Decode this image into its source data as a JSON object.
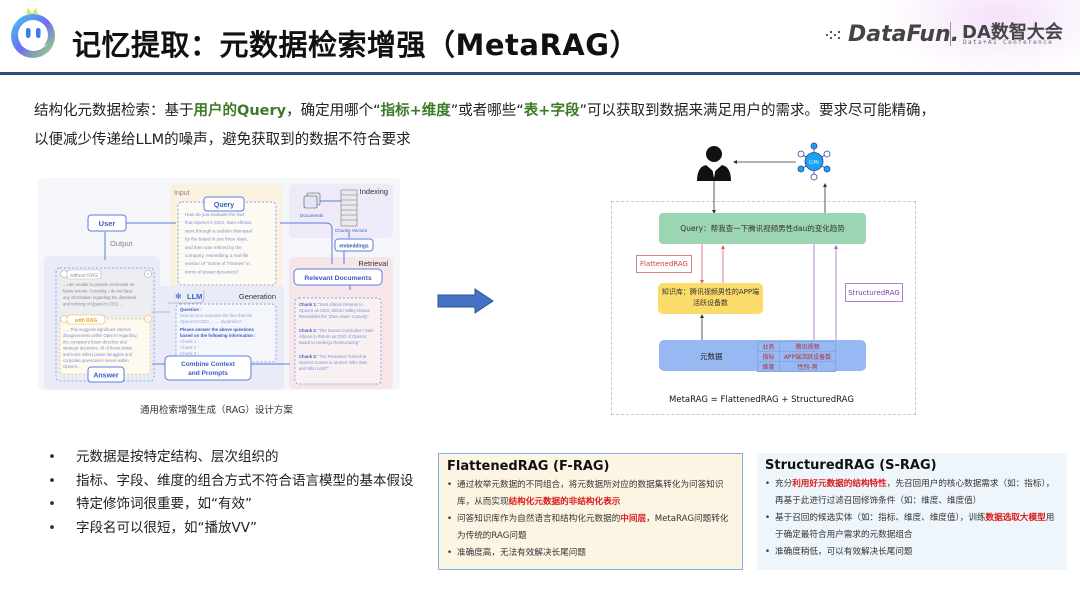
{
  "header": {
    "title": "记忆提取：元数据检索增强（MetaRAG）",
    "brand_datafun": "DataFun.",
    "brand_da": "DA数智大会",
    "brand_da_sub": "Data+AI Conference",
    "rule_color": "#2e4a7a"
  },
  "intro": {
    "line1_a": "结构化元数据检索：基于",
    "line1_hl1": "用户的Query",
    "line1_b": "，确定用哪个“",
    "line1_hl2": "指标+维度",
    "line1_c": "”或者哪些“",
    "line1_hl3": "表+字段",
    "line1_d": "”可以获取到数据来满足用户的需求。要求尽可能精确，",
    "line2": "以便减少传递给LLM的噪声，避免获取到的数据不符合要求"
  },
  "rag_diagram": {
    "caption": "通用检索增强生成（RAG）设计方案",
    "input_label": "Input",
    "output_label": "Output",
    "indexing_label": "Indexing",
    "retrieval_label": "Retrieval",
    "generation_label": "Generation",
    "user_label": "User",
    "query_label": "Query",
    "query_text": [
      "How do you evaluate the fact",
      "that OpenAI's CEO, Sam Altman,",
      "went through a sudden dismissal",
      "by the board in just three days,",
      "and then was rehired by the",
      "company, resembling a real-life",
      "version of \"Game of Thrones\" in",
      "terms of power dynamics?"
    ],
    "documents_label": "Documents",
    "chunks_vectors_label": "Chunks Vectors",
    "embeddings_label": "embeddings",
    "relevant_docs_label": "Relevant Documents",
    "chunks": [
      {
        "head": "Chunk 1:",
        "text": [
          "\"Sam Altman Returns to",
          "OpenAI as CEO, Silicon Valley Drama",
          "Resembles the 'Zhen Huan' Comedy\""
        ]
      },
      {
        "head": "Chunk 2:",
        "text": [
          "\"The Drama Concludes? Sam",
          "Altman to Return as CEO of OpenAI,",
          "Board to Undergo Restructuring\""
        ]
      },
      {
        "head": "Chunk 3:",
        "text": [
          "\"The Personnel Turmoil at",
          "OpenAI Comes to an End: Who Won",
          "and Who Lost?\""
        ]
      }
    ],
    "llm_label": "LLM",
    "prompt_question_head": "Question :",
    "prompt_question": [
      "How do you evaluate the fact that the",
      "OpenAI's CEO, ... ... dynamics?"
    ],
    "prompt_instruction": [
      "Please answer the above questions",
      "based on the following information :"
    ],
    "prompt_chunks": [
      "Chunk 1 :",
      "Chunk 2 :",
      "Chunk 3 :"
    ],
    "combine_label": [
      "Combine Context",
      "and Prompts"
    ],
    "without_rag_label": "without RAG",
    "without_rag_text": [
      "...I am unable to provide comments on",
      "future events. Currently, I do not have",
      "any information regarding the dismissal",
      "and rehiring of OpenAI's CEO ..."
    ],
    "with_rag_label": "with RAG",
    "with_rag_text": [
      "......This suggests significant internal",
      "disagreements within OpenAI regarding",
      "the company's future direction and",
      "strategic decisions. All of these twists",
      "and turns reflect power struggles and",
      "corporate governance issues within",
      "OpenAI..."
    ],
    "answer_label": "Answer"
  },
  "meta_diagram": {
    "llms_label": "LLMs",
    "query_text": "Query：帮我查一下腾讯视频男性dau的变化趋势",
    "flattened_label": "FlattenedRAG",
    "structured_label": "StructuredRAG",
    "kb_text": [
      "知识库：腾讯视频男性的APP端",
      "活跃设备数"
    ],
    "metadata_label": "元数据",
    "metadata_rows": [
      {
        "key": "业务",
        "value": "腾讯视频"
      },
      {
        "key": "指标",
        "value": "APP端活跃设备数"
      },
      {
        "key": "维度",
        "value": "性别-男"
      }
    ],
    "formula": "MetaRAG = FlattenedRAG + StructuredRAG",
    "colors": {
      "query": "#9bd5b2",
      "kb": "#fbdc6a",
      "metadata": "#97b8f3",
      "flattened": "#e06060",
      "structured": "#a465d6"
    }
  },
  "bullets": [
    "元数据是按特定结构、层次组织的",
    "指标、字段、维度的组合方式不符合语言模型的基本假设",
    "特定修饰词很重要，如“有效”",
    "字段名可以很短，如“播放VV”"
  ],
  "flattened_card": {
    "title": "FlattenedRAG (F-RAG)",
    "items": [
      {
        "a": "通过枚举元数据的不同组合，将元数据所对应的数据集转化为问答知识库，从而实现",
        "hl": "结构化元数据的非结构化表示",
        "b": ""
      },
      {
        "a": "问答知识库作为自然语言和结构化元数据的",
        "hl": "中间层",
        "b": "，MetaRAG问题转化为传统的RAG问题"
      },
      {
        "a": "准确度高，无法有效解决长尾问题",
        "hl": "",
        "b": ""
      }
    ]
  },
  "structured_card": {
    "title": "StructuredRAG (S-RAG)",
    "items": [
      {
        "a": "充分",
        "hl": "利用好元数据的结构特性",
        "b": "，先召回用户的核心数据需求（如：指标），再基于此进行过滤召回修饰条件（如：维度、维度值）"
      },
      {
        "a": "基于召回的候选实体（如：指标、维度、维度值），训练",
        "hl": "数据选取大模型",
        "b": "用于确定最符合用户需求的元数据组合"
      },
      {
        "a": "准确度稍低，可以有效解决长尾问题",
        "hl": "",
        "b": ""
      }
    ]
  }
}
